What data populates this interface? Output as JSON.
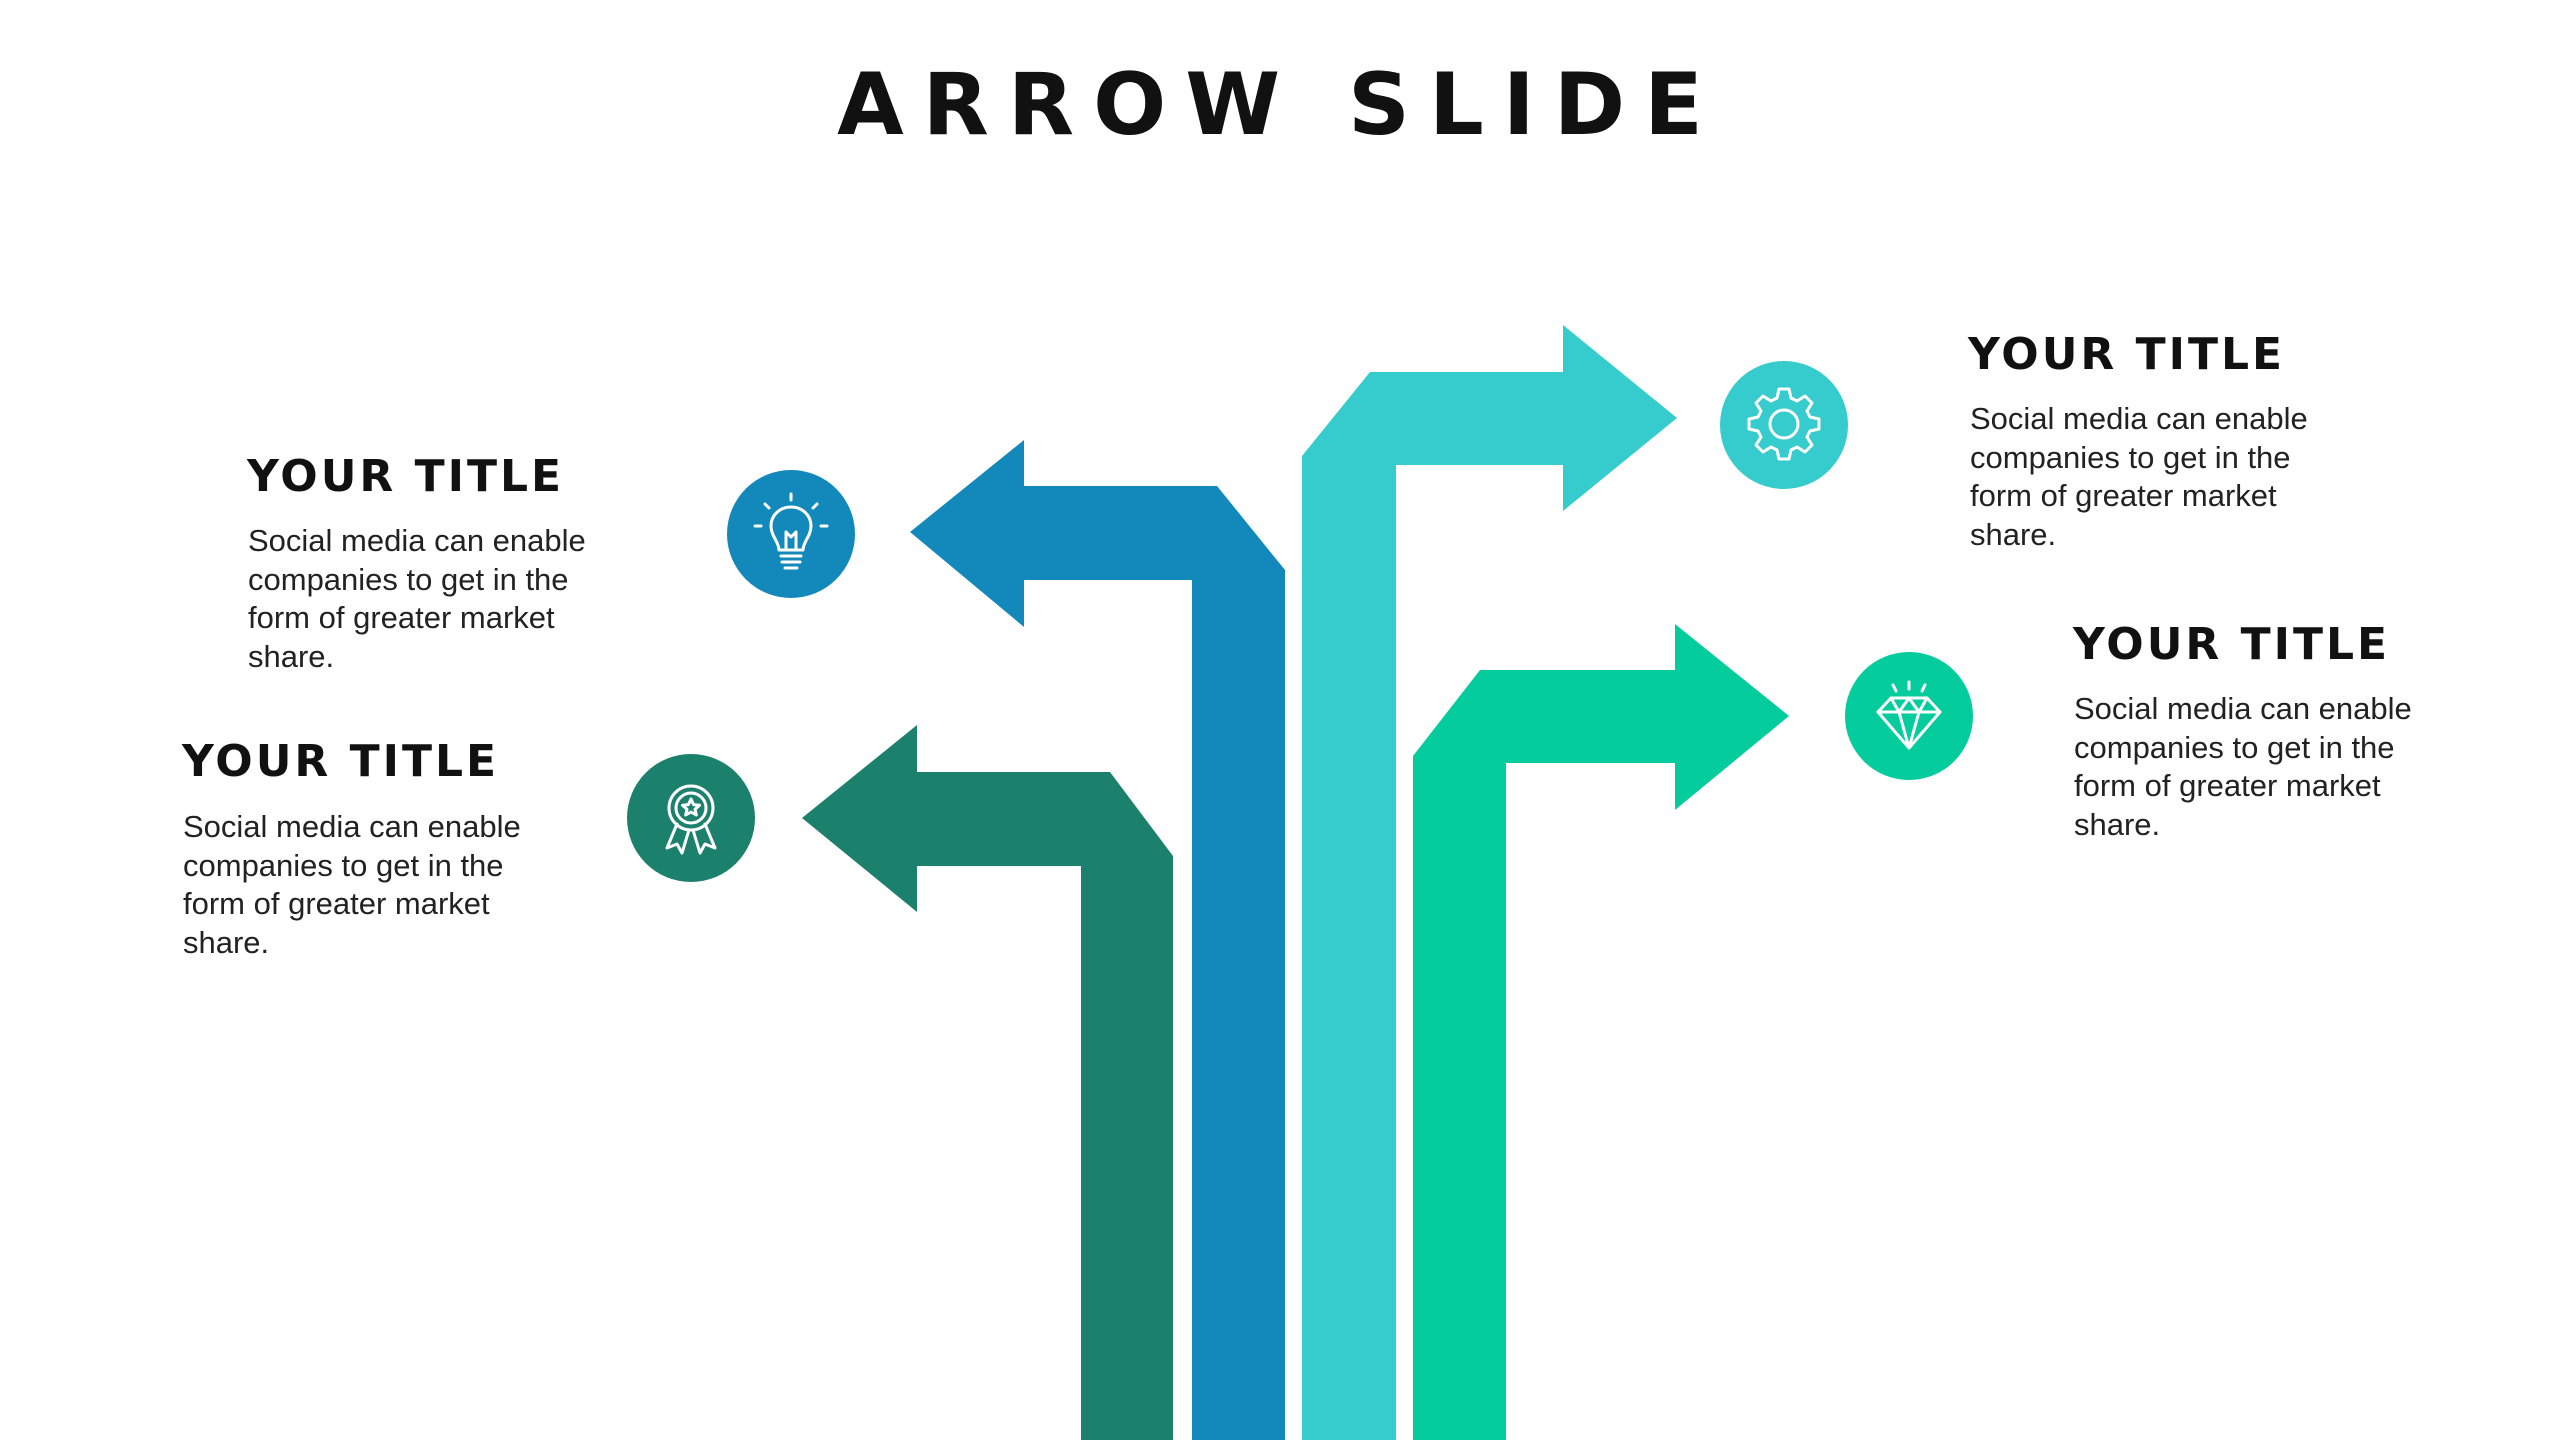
{
  "slide": {
    "title": "ARROW SLIDE"
  },
  "blocks": [
    {
      "id": "left-top",
      "title": "YOUR TITLE",
      "body_lines": [
        "Social media can enable",
        "companies to get in the",
        "form of greater market",
        "share."
      ],
      "icon": "lightbulb-icon",
      "color": "#1289BA"
    },
    {
      "id": "left-bottom",
      "title": "YOUR TITLE",
      "body_lines": [
        "Social media can enable",
        "companies to get in the",
        "form of greater market",
        "share."
      ],
      "icon": "award-ribbon-icon",
      "color": "#1C816C"
    },
    {
      "id": "right-top",
      "title": "YOUR TITLE",
      "body_lines": [
        "Social media can enable",
        "companies to get in the",
        "form of greater market",
        "share."
      ],
      "icon": "gear-icon",
      "color": "#36CBCC"
    },
    {
      "id": "right-bottom",
      "title": "YOUR TITLE",
      "body_lines": [
        "Social media can enable",
        "companies to get in the",
        "form of greater market",
        "share."
      ],
      "icon": "diamond-icon",
      "color": "#04CC9C"
    }
  ],
  "arrow_colors": {
    "dark_green": "#1C816C",
    "blue": "#1289BA",
    "cyan": "#36CBCC",
    "green": "#04CC9C"
  }
}
